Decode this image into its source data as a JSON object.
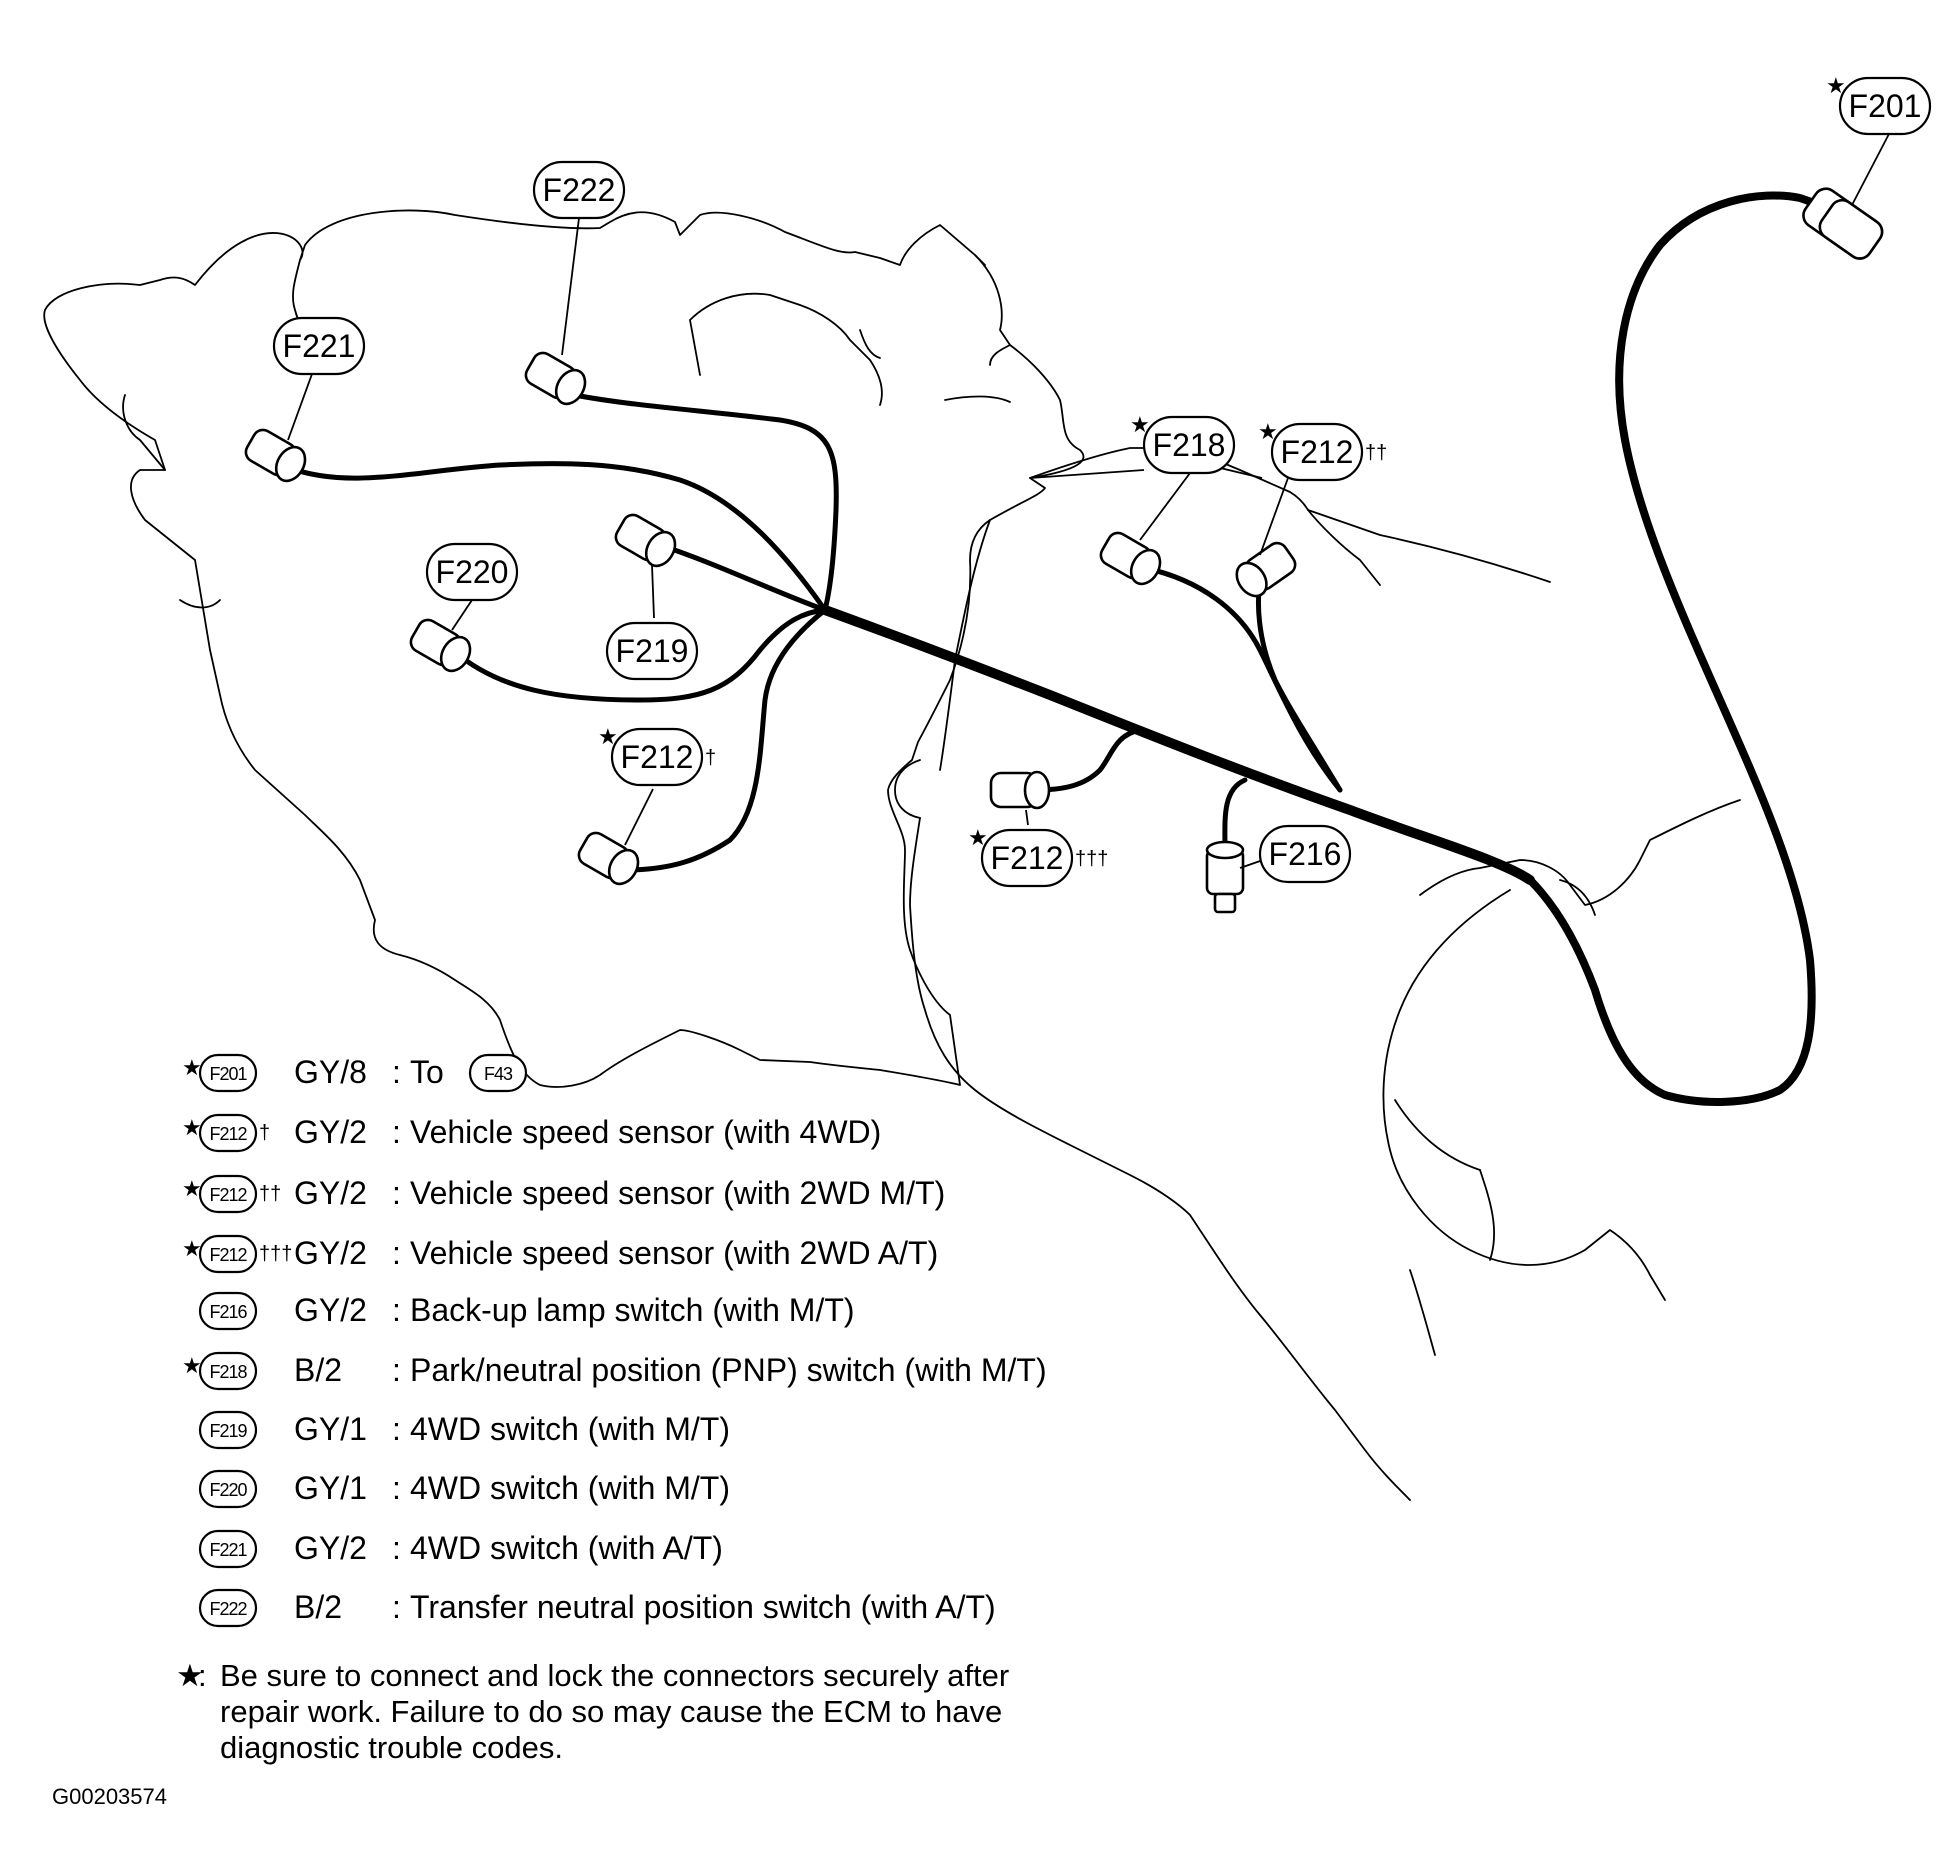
{
  "image_id_text": "G00203574",
  "markers": {
    "star": "★",
    "dagger1": "†",
    "dagger2": "††",
    "dagger3": "†††"
  },
  "callouts": [
    {
      "id": "f201",
      "label": "F201",
      "star": true,
      "dagger": ""
    },
    {
      "id": "f222",
      "label": "F222",
      "star": false,
      "dagger": ""
    },
    {
      "id": "f221",
      "label": "F221",
      "star": false,
      "dagger": ""
    },
    {
      "id": "f218",
      "label": "F218",
      "star": true,
      "dagger": ""
    },
    {
      "id": "f212-2wd-mt",
      "label": "F212",
      "star": true,
      "dagger": "††"
    },
    {
      "id": "f220",
      "label": "F220",
      "star": false,
      "dagger": ""
    },
    {
      "id": "f219",
      "label": "F219",
      "star": false,
      "dagger": ""
    },
    {
      "id": "f212-4wd",
      "label": "F212",
      "star": true,
      "dagger": "†"
    },
    {
      "id": "f212-2wd-at",
      "label": "F212",
      "star": true,
      "dagger": "†††"
    },
    {
      "id": "f216",
      "label": "F216",
      "star": false,
      "dagger": ""
    }
  ],
  "legend": [
    {
      "star": "★",
      "connector": "F201",
      "dagger": "",
      "code": "GY/8",
      "sep": ":",
      "description": "To",
      "ref": "F43"
    },
    {
      "star": "★",
      "connector": "F212",
      "dagger": "†",
      "code": "GY/2",
      "sep": ":",
      "description": "Vehicle speed sensor (with 4WD)",
      "ref": ""
    },
    {
      "star": "★",
      "connector": "F212",
      "dagger": "††",
      "code": "GY/2",
      "sep": ":",
      "description": "Vehicle speed sensor (with 2WD M/T)",
      "ref": ""
    },
    {
      "star": "★",
      "connector": "F212",
      "dagger": "†††",
      "code": "GY/2",
      "sep": ":",
      "description": "Vehicle speed sensor (with 2WD A/T)",
      "ref": ""
    },
    {
      "star": "",
      "connector": "F216",
      "dagger": "",
      "code": "GY/2",
      "sep": ":",
      "description": "Back-up lamp switch (with M/T)",
      "ref": ""
    },
    {
      "star": "★",
      "connector": "F218",
      "dagger": "",
      "code": "B/2",
      "sep": ":",
      "description": "Park/neutral position (PNP) switch (with M/T)",
      "ref": ""
    },
    {
      "star": "",
      "connector": "F219",
      "dagger": "",
      "code": "GY/1",
      "sep": ":",
      "description": "4WD switch (with M/T)",
      "ref": ""
    },
    {
      "star": "",
      "connector": "F220",
      "dagger": "",
      "code": "GY/1",
      "sep": ":",
      "description": "4WD switch (with M/T)",
      "ref": ""
    },
    {
      "star": "",
      "connector": "F221",
      "dagger": "",
      "code": "GY/2",
      "sep": ":",
      "description": "4WD switch (with A/T)",
      "ref": ""
    },
    {
      "star": "",
      "connector": "F222",
      "dagger": "",
      "code": "B/2",
      "sep": ":",
      "description": "Transfer neutral position switch (with A/T)",
      "ref": ""
    }
  ],
  "note": {
    "star": "★",
    "sep": ":",
    "lines": [
      "Be sure to connect and lock the connectors securely after",
      "repair work. Failure to do so may cause the ECM to have",
      "diagnostic trouble codes."
    ]
  }
}
